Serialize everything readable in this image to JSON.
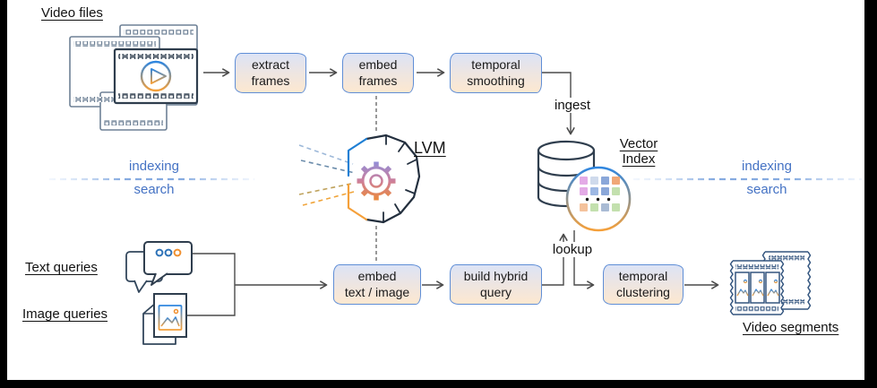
{
  "labels": {
    "video_files": "Video files",
    "text_queries": "Text queries",
    "image_queries": "Image queries",
    "video_segments": "Video segments",
    "lvm": "LVM",
    "ingest": "ingest",
    "lookup": "lookup"
  },
  "boxes": {
    "extract_frames": "extract\nframes",
    "embed_frames": "embed\nframes",
    "temporal_smoothing": "temporal\nsmoothing",
    "embed_text_image": "embed\ntext / image",
    "build_hybrid_query": "build hybrid\nquery",
    "temporal_clustering": "temporal\nclustering"
  },
  "phases": {
    "left": {
      "indexing": "indexing",
      "search": "search"
    },
    "right": {
      "indexing": "indexing",
      "search": "search"
    }
  },
  "vector_index": {
    "label_line1": "Vector",
    "label_line2": "Index",
    "grid": [
      [
        "#e3abe6",
        "#cfdaec",
        "#8aa7d9",
        "#f0a877"
      ],
      [
        "#e3abe6",
        "#9db8e4",
        "#8aa7d9",
        "#c3e0ae"
      ],
      [
        "#f4c29c",
        "#c3e0ae",
        "#a9bbd4",
        "#c3e0ae"
      ]
    ]
  },
  "icons": {
    "video_files": "film-strip-stack-icon",
    "model": "gear-hexagon-ml-icon",
    "vector_index": "database-cylinder-icon",
    "vector_grid": "embedding-grid-icon",
    "text_queries": "chat-bubbles-icon",
    "image_queries": "image-documents-icon",
    "video_segments": "film-segments-icon"
  },
  "colors": {
    "box_border": "#5f8ed6",
    "box_gradient_top": "#dce3f6",
    "box_gradient_bottom": "#fde8d0",
    "connector": "#4a4a4a",
    "phase_text": "#4472c4",
    "divider_dash": "#86abe0",
    "icon_navy": "#2f3e4e",
    "icon_gray_blue": "#6e8196",
    "accent_blue": "#2e86e0",
    "accent_orange": "#f5a03a",
    "frame_black": "#000000"
  }
}
